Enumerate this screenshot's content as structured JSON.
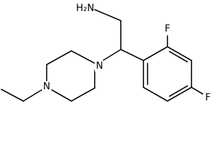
{
  "molecule": {
    "atoms": {
      "amine": "H₂N",
      "fluorine_ortho": "F",
      "fluorine_para": "F",
      "piperazine_n1": "N",
      "piperazine_n4": "N"
    }
  }
}
